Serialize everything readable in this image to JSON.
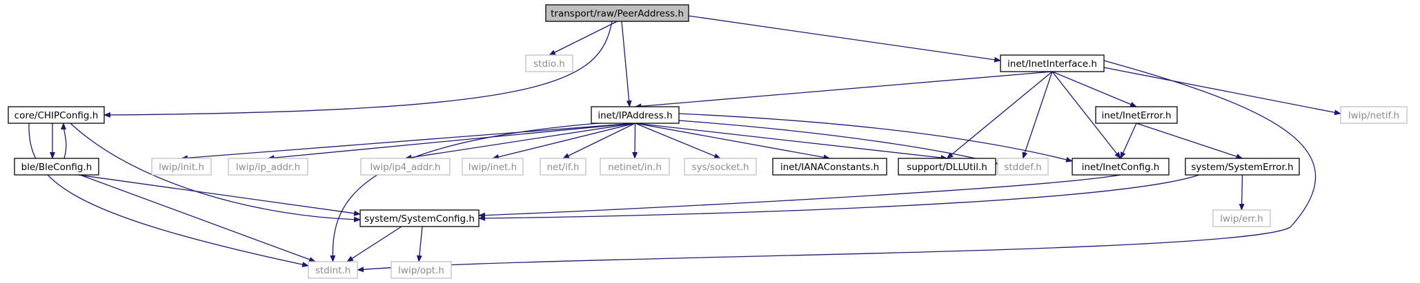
{
  "diagram": {
    "colors": {
      "edge": "#191970",
      "root_fill": "#bfbfbf",
      "external_border": "#bfbfbf",
      "external_text": "#8c8c8c"
    },
    "nodes": [
      {
        "id": "root",
        "label": "transport/raw/PeerAddress.h",
        "kind": "root"
      },
      {
        "id": "stdio",
        "label": "stdio.h",
        "kind": "external"
      },
      {
        "id": "inetinterface",
        "label": "inet/InetInterface.h",
        "kind": "documented"
      },
      {
        "id": "chipconfig",
        "label": "core/CHIPConfig.h",
        "kind": "documented"
      },
      {
        "id": "ipaddress",
        "label": "inet/IPAddress.h",
        "kind": "documented"
      },
      {
        "id": "ineterror",
        "label": "inet/InetError.h",
        "kind": "documented"
      },
      {
        "id": "lwipnetif",
        "label": "lwip/netif.h",
        "kind": "external"
      },
      {
        "id": "bleconfig",
        "label": "ble/BleConfig.h",
        "kind": "documented"
      },
      {
        "id": "lwipinit",
        "label": "lwip/init.h",
        "kind": "external"
      },
      {
        "id": "lwipipaddr",
        "label": "lwip/ip_addr.h",
        "kind": "external"
      },
      {
        "id": "lwipip4addr",
        "label": "lwip/ip4_addr.h",
        "kind": "external"
      },
      {
        "id": "lwipinet",
        "label": "lwip/inet.h",
        "kind": "external"
      },
      {
        "id": "netif",
        "label": "net/if.h",
        "kind": "external"
      },
      {
        "id": "netinetin",
        "label": "netinet/in.h",
        "kind": "external"
      },
      {
        "id": "syssocket",
        "label": "sys/socket.h",
        "kind": "external"
      },
      {
        "id": "ianaconstants",
        "label": "inet/IANAConstants.h",
        "kind": "documented"
      },
      {
        "id": "dllutil",
        "label": "support/DLLUtil.h",
        "kind": "documented"
      },
      {
        "id": "stddef",
        "label": "stddef.h",
        "kind": "external"
      },
      {
        "id": "inetconfig",
        "label": "inet/InetConfig.h",
        "kind": "documented"
      },
      {
        "id": "systemerror",
        "label": "system/SystemError.h",
        "kind": "documented"
      },
      {
        "id": "systemconfig",
        "label": "system/SystemConfig.h",
        "kind": "documented"
      },
      {
        "id": "lwiperr",
        "label": "lwip/err.h",
        "kind": "external"
      },
      {
        "id": "stdint",
        "label": "stdint.h",
        "kind": "external"
      },
      {
        "id": "lwipopt",
        "label": "lwip/opt.h",
        "kind": "external"
      }
    ],
    "edges": [
      [
        "root",
        "stdio"
      ],
      [
        "root",
        "chipconfig"
      ],
      [
        "root",
        "ipaddress"
      ],
      [
        "root",
        "inetinterface"
      ],
      [
        "chipconfig",
        "bleconfig"
      ],
      [
        "bleconfig",
        "chipconfig"
      ],
      [
        "chipconfig",
        "stdint"
      ],
      [
        "chipconfig",
        "systemconfig"
      ],
      [
        "bleconfig",
        "systemconfig"
      ],
      [
        "bleconfig",
        "stdint"
      ],
      [
        "ipaddress",
        "lwipinit"
      ],
      [
        "ipaddress",
        "lwipipaddr"
      ],
      [
        "ipaddress",
        "lwipip4addr"
      ],
      [
        "ipaddress",
        "lwipinet"
      ],
      [
        "ipaddress",
        "netif"
      ],
      [
        "ipaddress",
        "netinetin"
      ],
      [
        "ipaddress",
        "syssocket"
      ],
      [
        "ipaddress",
        "ianaconstants"
      ],
      [
        "ipaddress",
        "dllutil"
      ],
      [
        "ipaddress",
        "stddef"
      ],
      [
        "ipaddress",
        "inetconfig"
      ],
      [
        "ipaddress",
        "stdint"
      ],
      [
        "inetinterface",
        "ipaddress"
      ],
      [
        "inetinterface",
        "dllutil"
      ],
      [
        "inetinterface",
        "stddef"
      ],
      [
        "inetinterface",
        "inetconfig"
      ],
      [
        "inetinterface",
        "ineterror"
      ],
      [
        "inetinterface",
        "lwipnetif"
      ],
      [
        "inetinterface",
        "stdint"
      ],
      [
        "ineterror",
        "inetconfig"
      ],
      [
        "ineterror",
        "systemerror"
      ],
      [
        "inetconfig",
        "systemconfig"
      ],
      [
        "systemerror",
        "systemconfig"
      ],
      [
        "systemerror",
        "lwiperr"
      ],
      [
        "systemconfig",
        "stdint"
      ],
      [
        "systemconfig",
        "lwipopt"
      ]
    ]
  }
}
